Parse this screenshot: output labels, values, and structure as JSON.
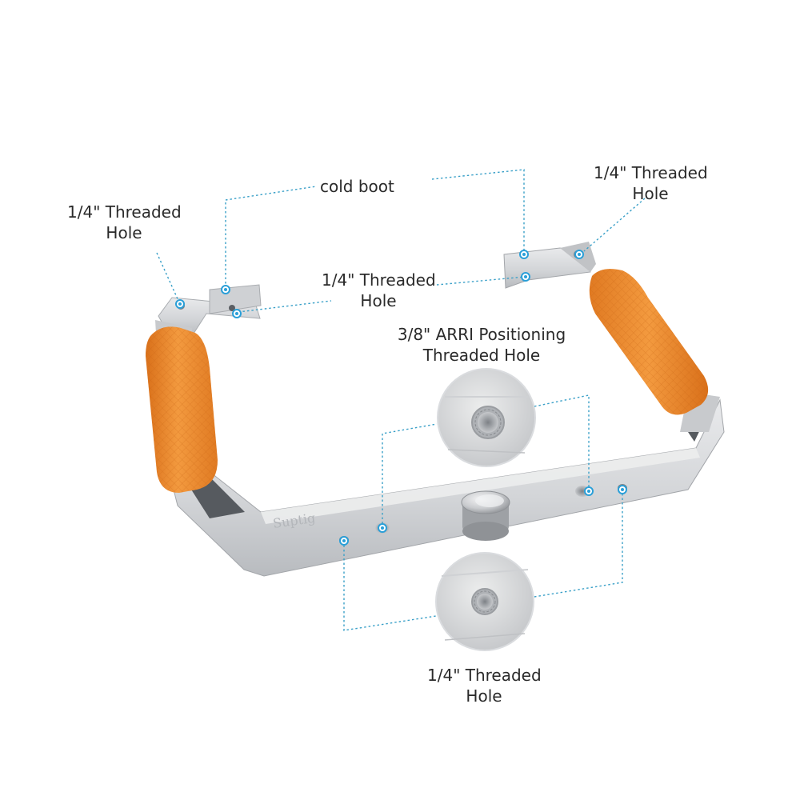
{
  "labels": {
    "cold_boot": "cold boot",
    "left_top_hole": [
      "1/4\" Threaded",
      "Hole"
    ],
    "right_top_hole": [
      "1/4\" Threaded",
      "Hole"
    ],
    "middle_hole": [
      "1/4\" Threaded",
      "Hole"
    ],
    "arri_hole": [
      "3/8\" ARRI Positioning",
      "Threaded Hole"
    ],
    "bottom_hole": [
      "1/4\" Threaded",
      "Hole"
    ]
  },
  "brand_engraving": "Suptig",
  "colors": {
    "aluminum": "#d7d9dc",
    "aluminum_shadow": "#b9bcc0",
    "grip_orange": "#f08a30",
    "grip_orange_dark": "#d9701a",
    "leader_line": "#3aa0c8",
    "marker": "#2a9fd8"
  }
}
